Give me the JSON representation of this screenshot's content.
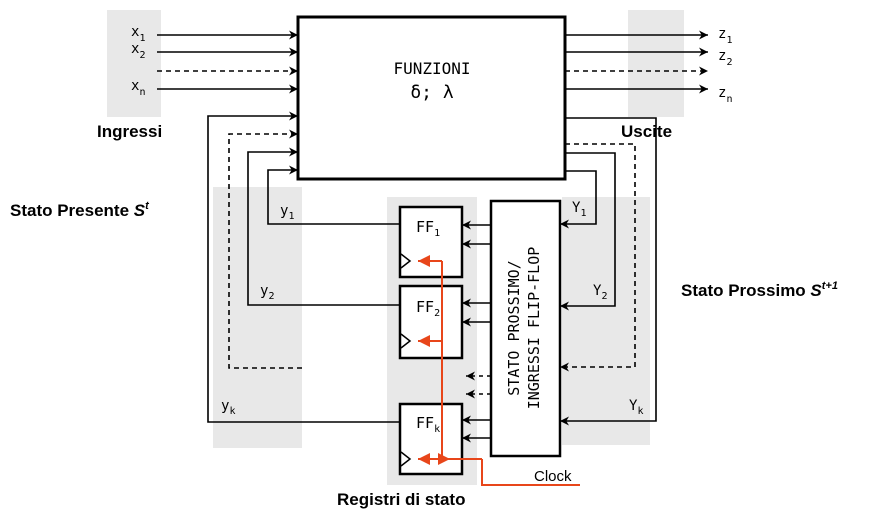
{
  "labels": {
    "ingressi": "Ingressi",
    "uscite": "Uscite",
    "stato_presente": "Stato Presente ",
    "stato_presente_sym": "S",
    "stato_presente_sup": "t",
    "stato_prossimo": "Stato Prossimo ",
    "stato_prossimo_sym": "S",
    "stato_prossimo_sup": "t+1",
    "registri": "Registri  di stato",
    "clock": "Clock"
  },
  "funzioni": {
    "title": "FUNZIONI",
    "formula": "δ; λ"
  },
  "next_state_box": {
    "line1": "STATO PROSSIMO/",
    "line2": "INGRESSI FLIP-FLOP"
  },
  "inputs": [
    {
      "base": "x",
      "sub": "1"
    },
    {
      "base": "x",
      "sub": "2"
    },
    {
      "base": "x",
      "sub": "n"
    }
  ],
  "outputs": [
    {
      "base": "z",
      "sub": "1"
    },
    {
      "base": "z",
      "sub": "2"
    },
    {
      "base": "z",
      "sub": "n"
    }
  ],
  "flipflops": [
    {
      "base": "FF",
      "sub": "1"
    },
    {
      "base": "FF",
      "sub": "2"
    },
    {
      "base": "FF",
      "sub": "k"
    }
  ],
  "present_state_vars": [
    {
      "base": "y",
      "sub": "1"
    },
    {
      "base": "y",
      "sub": "2"
    },
    {
      "base": "y",
      "sub": "k"
    }
  ],
  "next_state_vars": [
    {
      "base": "Y",
      "sub": "1"
    },
    {
      "base": "Y",
      "sub": "2"
    },
    {
      "base": "Y",
      "sub": "k"
    }
  ],
  "colors": {
    "clock_line": "#e8461a",
    "region_fill": "#e8e8e8",
    "line": "#000000"
  }
}
